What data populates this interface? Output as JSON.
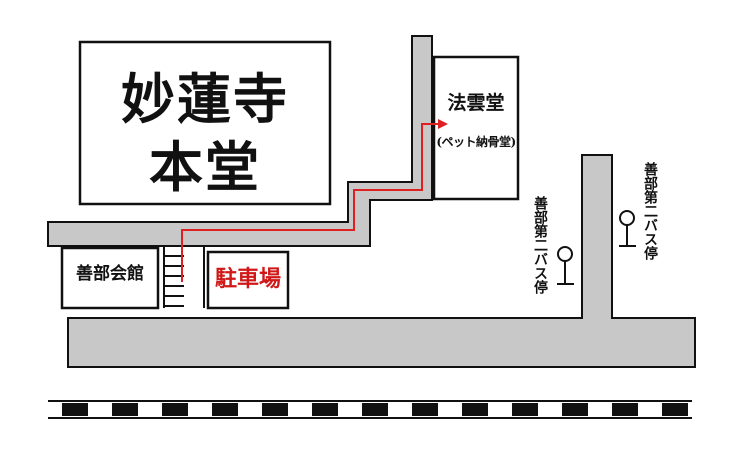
{
  "map": {
    "temple": {
      "name": "妙蓮寺",
      "building": "本堂"
    },
    "hokotsudo": {
      "name": "法雲堂",
      "subtitle": "(ペット納骨堂)"
    },
    "hall": "善部会館",
    "parking": "駐車場",
    "bus_stop_1": "善部第二バス停",
    "bus_stop_2": "善部第二バス停",
    "colors": {
      "road": "#c8c8c8",
      "outline": "#111111",
      "route": "#e02020",
      "parking_text": "#d01818",
      "background": "#ffffff"
    },
    "icons": [
      "bus-stop-icon",
      "railway-track"
    ]
  }
}
